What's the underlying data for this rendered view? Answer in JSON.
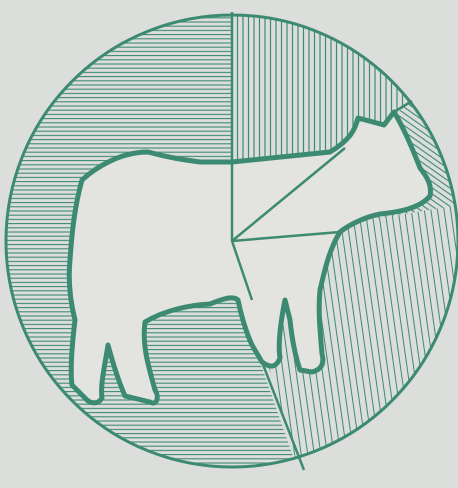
{
  "figure": {
    "subject": "cow-silhouette-icon",
    "colors": {
      "paper": "#dcdedb",
      "ink": "#3d8a72",
      "inside": "#e3e4e0"
    },
    "segments": [
      {
        "key": "left",
        "hatch": "horizontal"
      },
      {
        "key": "top-right",
        "hatch": "vertical"
      },
      {
        "key": "head",
        "hatch": "diagonal"
      },
      {
        "key": "right",
        "hatch": "diagonal-fine"
      },
      {
        "key": "bottom",
        "hatch": "horizontal"
      }
    ]
  }
}
